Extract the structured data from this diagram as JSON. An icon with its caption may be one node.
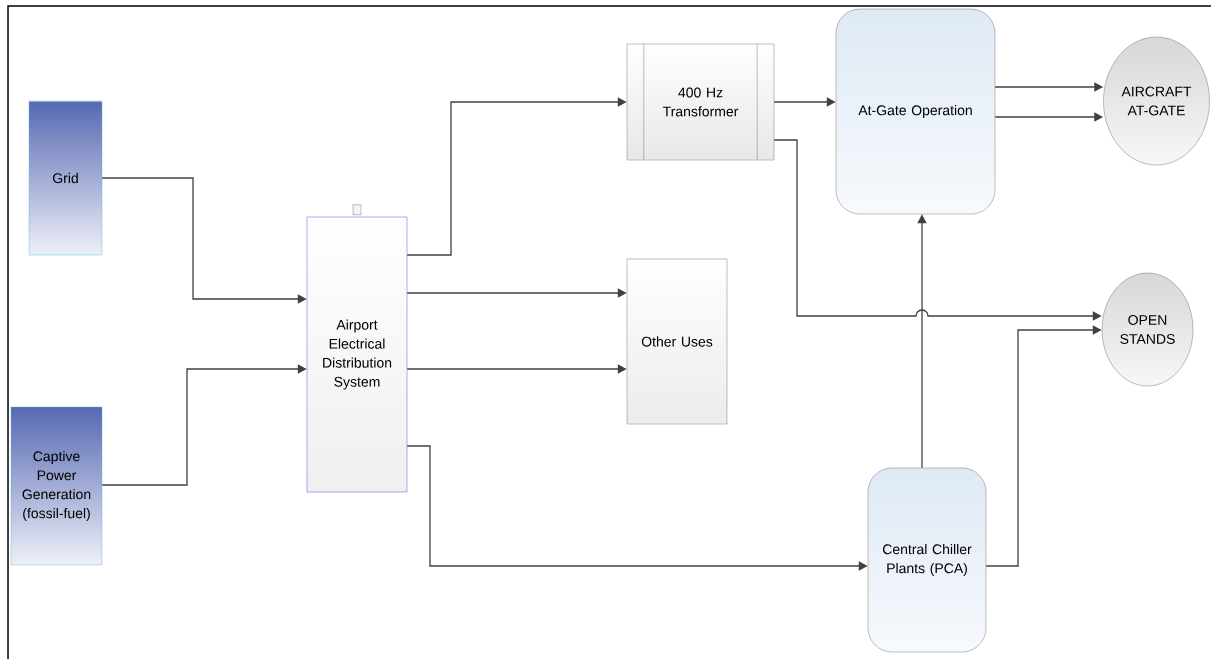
{
  "diagram": {
    "nodes": [
      {
        "text": [
          "Grid"
        ]
      },
      {
        "text": [
          "Captive Power Generation (fossil-fuel)"
        ]
      },
      {
        "text": [
          "Airport Electrical Distribution System"
        ]
      },
      {
        "text": [
          "400 Hz Transformer"
        ]
      },
      {
        "text": [
          "Other Uses"
        ]
      },
      {
        "text": [
          "At-Gate Operation"
        ]
      },
      {
        "text": [
          "AIRCRAFT AT-GATE"
        ]
      },
      {
        "text": [
          "OPEN STANDS"
        ]
      },
      {
        "text": [
          "Central Chiller Plants (PCA)"
        ]
      }
    ],
    "edges": [
      {
        "from": 0,
        "to": 2,
        "arrow": "to"
      },
      {
        "from": 1,
        "to": 2,
        "arrow": "to"
      },
      {
        "from": 2,
        "to": 3,
        "arrow": "to"
      },
      {
        "from": 2,
        "to": 4,
        "arrow": "to"
      },
      {
        "from": 2,
        "to": 4,
        "arrow": "to"
      },
      {
        "from": 2,
        "to": 8,
        "arrow": "to"
      },
      {
        "from": 3,
        "to": 5,
        "arrow": "to"
      },
      {
        "from": 3,
        "to": 7,
        "arrow": "to"
      },
      {
        "from": 5,
        "to": 6,
        "arrow": "to"
      },
      {
        "from": 5,
        "to": 6,
        "arrow": "to"
      },
      {
        "from": 8,
        "to": 5,
        "arrow": "to"
      },
      {
        "from": 8,
        "to": 7,
        "arrow": "to"
      }
    ]
  }
}
